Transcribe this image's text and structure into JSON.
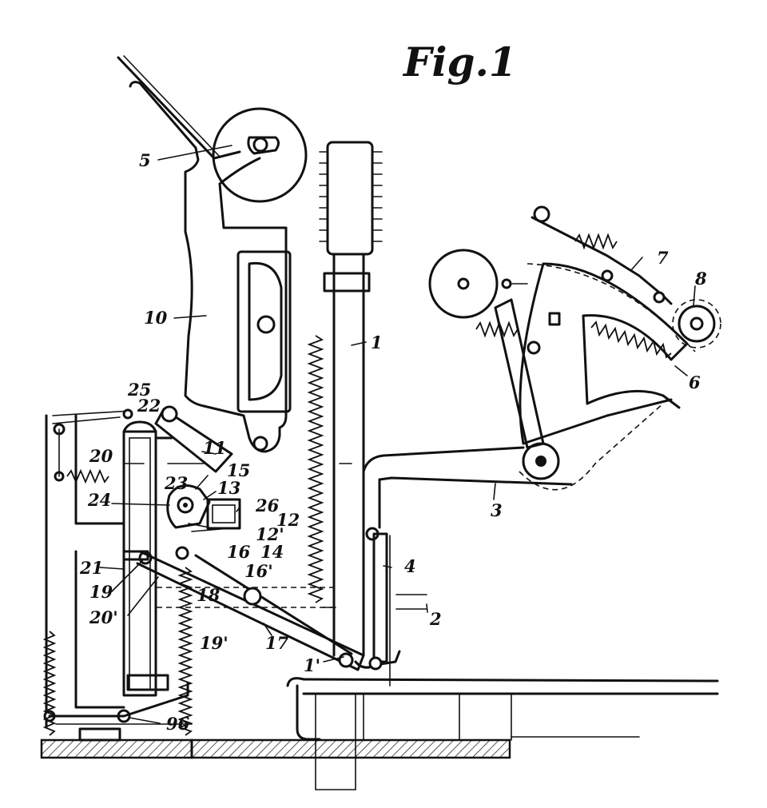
{
  "figure": {
    "title": "Fig.1"
  },
  "labels": [
    {
      "id": "l5",
      "text": "5"
    },
    {
      "id": "l10",
      "text": "10"
    },
    {
      "id": "l1",
      "text": "1"
    },
    {
      "id": "l7",
      "text": "7"
    },
    {
      "id": "l8",
      "text": "8"
    },
    {
      "id": "l6",
      "text": "6"
    },
    {
      "id": "l3",
      "text": "3"
    },
    {
      "id": "l4",
      "text": "4"
    },
    {
      "id": "l2",
      "text": "2"
    },
    {
      "id": "l25",
      "text": "25"
    },
    {
      "id": "l22",
      "text": "22"
    },
    {
      "id": "l20",
      "text": "20"
    },
    {
      "id": "l11",
      "text": "11"
    },
    {
      "id": "l15",
      "text": "15"
    },
    {
      "id": "l23",
      "text": "23"
    },
    {
      "id": "l13",
      "text": "13"
    },
    {
      "id": "l24",
      "text": "24"
    },
    {
      "id": "l26",
      "text": "26"
    },
    {
      "id": "l12",
      "text": "12"
    },
    {
      "id": "l12p",
      "text": "12'"
    },
    {
      "id": "l14",
      "text": "14"
    },
    {
      "id": "l16",
      "text": "16"
    },
    {
      "id": "l16p",
      "text": "16'"
    },
    {
      "id": "l21",
      "text": "21"
    },
    {
      "id": "l19",
      "text": "19"
    },
    {
      "id": "l18",
      "text": "18"
    },
    {
      "id": "l20p",
      "text": "20'"
    },
    {
      "id": "l19p",
      "text": "19'"
    },
    {
      "id": "l17",
      "text": "17"
    },
    {
      "id": "l1p",
      "text": "1'"
    },
    {
      "id": "l96",
      "text": "96"
    }
  ]
}
